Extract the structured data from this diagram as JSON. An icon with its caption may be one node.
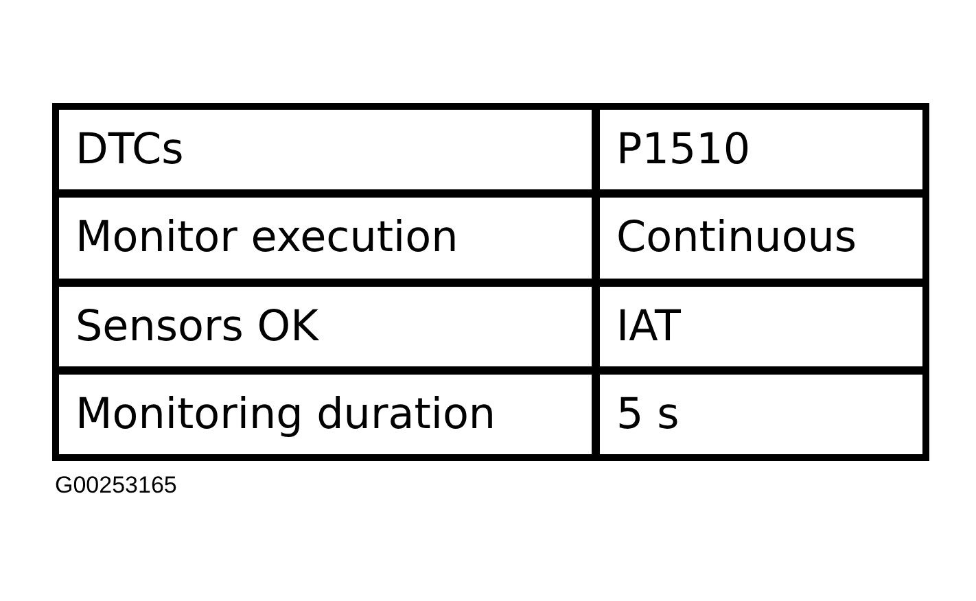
{
  "diagram": {
    "labels": [
      "DTCs",
      "P1510",
      "Monitor execution",
      "Continuous",
      "Sensors OK",
      "IAT",
      "Monitoring duration",
      "5 s",
      "G00253165"
    ]
  }
}
